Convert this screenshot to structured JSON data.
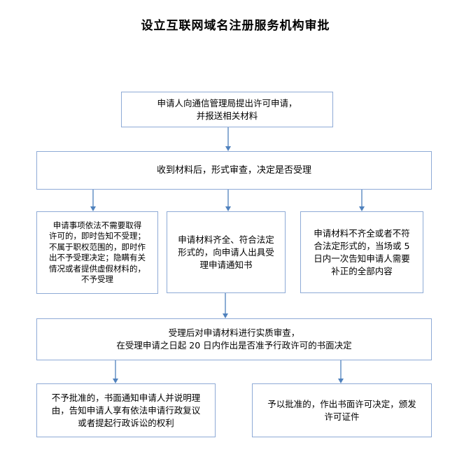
{
  "title": "设立互联网域名注册服务机构审批",
  "steps": {
    "apply": [
      "申请人向通信管理局提出许可申请，",
      "并报送相关材料"
    ],
    "receive": [
      "收到材料后，形式审查，决定是否受理"
    ],
    "reject": [
      "申请事项依法不需要取得",
      "许可的，即时告知不受理；",
      "不属于职权范围的，即时作",
      "出不予受理决定；隐瞒有关",
      "情况或者提供虚假材料的，",
      "不予受理"
    ],
    "accept": [
      "申请材料齐全、符合法定",
      "形式的，向申请人出具受",
      "理申请通知书"
    ],
    "supplement": [
      "申请材料不齐全或者不符",
      "合法定形式的，当场或 5",
      "日内一次告知申请人需要",
      "补正的全部内容"
    ],
    "review": [
      "受理后对申请材料进行实质审查，",
      "在受理申请之日起 20 日内作出是否准予行政许可的书面决定"
    ],
    "deny": [
      "不予批准的，书面通知申请人并说明理",
      "由，告知申请人享有依法申请行政复议",
      "或者提起行政诉讼的权利"
    ],
    "approve": [
      "予以批准的，作出书面许可决定，颁发",
      "许可证件"
    ]
  },
  "colors": {
    "border": "#8eaad6",
    "arrow": "#4f81bd"
  }
}
